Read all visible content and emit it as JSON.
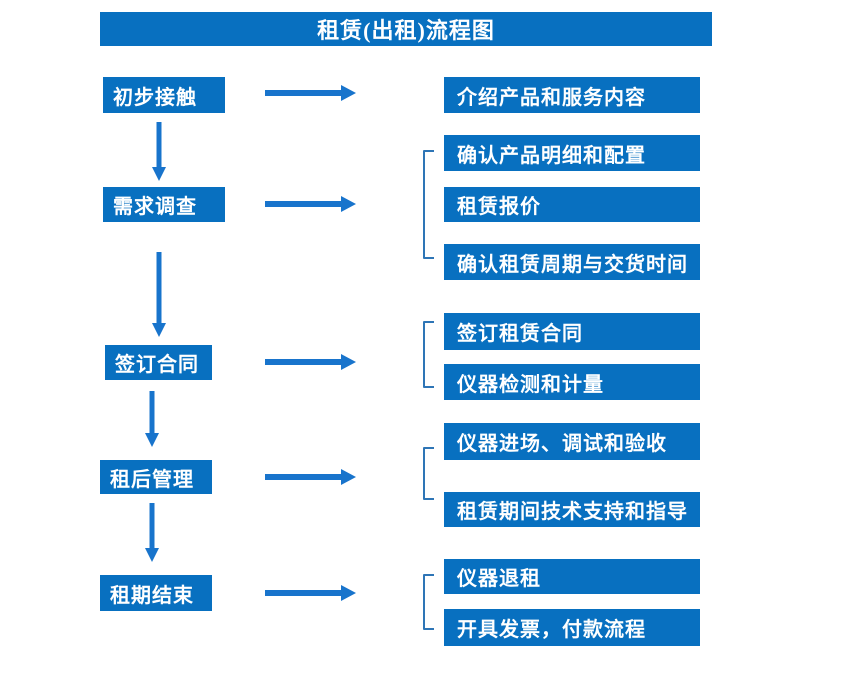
{
  "title": "租赁(出租)流程图",
  "colors": {
    "box_blue": "#0870c0",
    "arrow_blue": "#1874cc",
    "bracket_blue": "#2e75b6",
    "text_white": "#ffffff"
  },
  "flow": {
    "steps": [
      {
        "label": "初步接触",
        "outputs": [
          "介绍产品和服务内容"
        ]
      },
      {
        "label": "需求调查",
        "outputs": [
          "确认产品明细和配置",
          "租赁报价",
          "确认租赁周期与交货时间"
        ]
      },
      {
        "label": "签订合同",
        "outputs": [
          "签订租赁合同",
          "仪器检测和计量"
        ]
      },
      {
        "label": "租后管理",
        "outputs": [
          "仪器进场、调试和验收",
          "租赁期间技术支持和指导"
        ]
      },
      {
        "label": "租期结束",
        "outputs": [
          "仪器退租",
          "开具发票，付款流程"
        ]
      }
    ]
  }
}
